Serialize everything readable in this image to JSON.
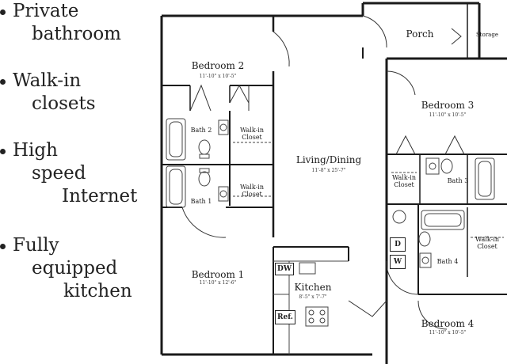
{
  "features": [
    {
      "lines": [
        "Private",
        "bathroom"
      ]
    },
    {
      "lines": [
        "Walk-in",
        "closets"
      ]
    },
    {
      "lines": [
        "High",
        "speed",
        "Internet"
      ]
    },
    {
      "lines": [
        "Fully",
        "equipped",
        "kitchen"
      ]
    }
  ],
  "floorplan": {
    "rooms": {
      "bedroom2": {
        "name": "Bedroom 2",
        "dims": "11'-10\" x 10'-5\""
      },
      "bedroom1": {
        "name": "Bedroom 1",
        "dims": "11'-10\" x 12'-6\""
      },
      "bedroom3": {
        "name": "Bedroom 3",
        "dims": "11'-10\" x 10'-5\""
      },
      "bedroom4": {
        "name": "Bedroom 4",
        "dims": "11'-10\" x 10'-5\""
      },
      "living": {
        "name": "Living/Dining",
        "dims": "11'-8\" x 25'-7\""
      },
      "kitchen": {
        "name": "Kitchen",
        "dims": "8'-5\" x 7'-7\""
      },
      "porch": {
        "name": "Porch"
      },
      "storage": {
        "name": "Storage"
      },
      "bath1": {
        "name": "Bath 1"
      },
      "bath2": {
        "name": "Bath 2"
      },
      "bath3": {
        "name": "Bath 3"
      },
      "bath4": {
        "name": "Bath 4"
      },
      "closet_b2": {
        "line1": "Walk-in",
        "line2": "Closet"
      },
      "closet_b1": {
        "line1": "Walk-in",
        "line2": "Closet"
      },
      "closet_b3": {
        "line1": "Walk-in",
        "line2": "Closet"
      },
      "closet_b4": {
        "line1": "Walk-in",
        "line2": "Closet"
      }
    },
    "appliances": {
      "dw": "DW",
      "ref": "Ref.",
      "dryer": "D",
      "washer": "W"
    }
  }
}
